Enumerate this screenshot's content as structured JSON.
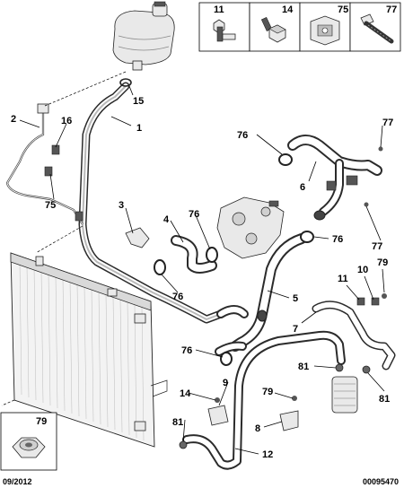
{
  "callouts": {
    "c11": "11",
    "c14": "14",
    "c75": "75",
    "c77": "77",
    "c15": "15",
    "c1": "1",
    "c2": "2",
    "c16": "16",
    "c75b": "75",
    "c76a": "76",
    "c77b": "77",
    "c6": "6",
    "c3": "3",
    "c4": "4",
    "c76b": "76",
    "c76c": "76",
    "c77c": "77",
    "c76d": "76",
    "c5": "5",
    "c11b": "11",
    "c10": "10",
    "c79": "79",
    "c7": "7",
    "c76e": "76",
    "c81a": "81",
    "c81b": "81",
    "c14b": "14",
    "c9": "9",
    "c79b": "79",
    "c81c": "81",
    "c8": "8",
    "c12": "12",
    "c79c": "79"
  },
  "footer": {
    "date": "09/2012",
    "reference": "00095470"
  }
}
